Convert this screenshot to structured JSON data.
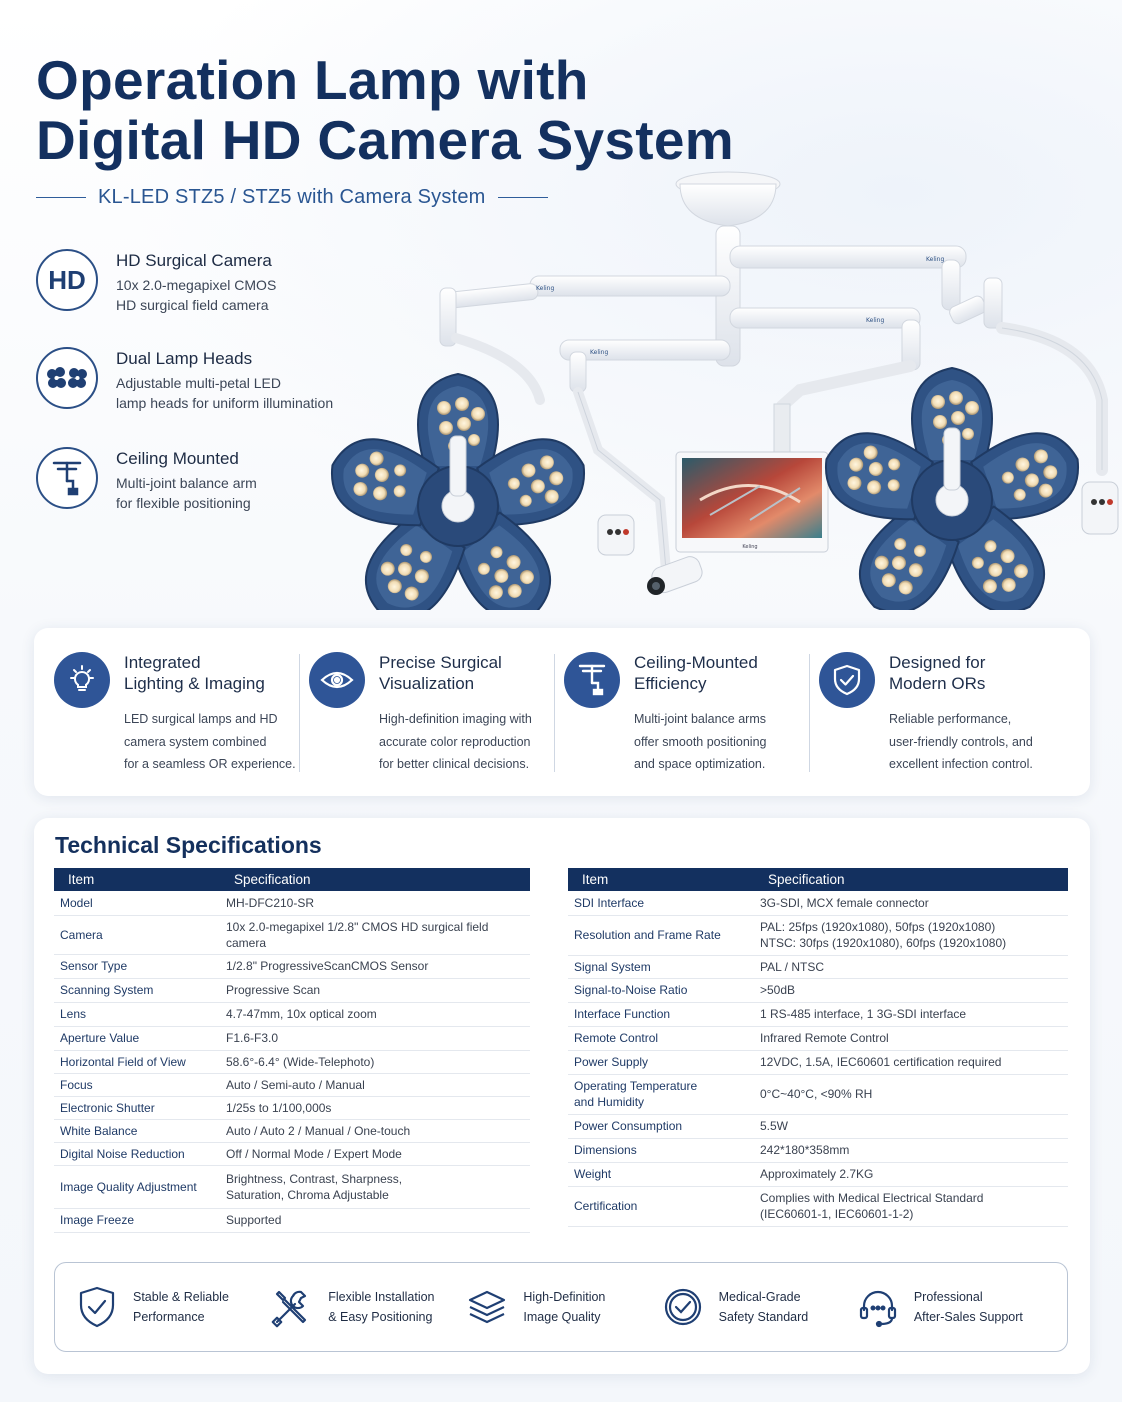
{
  "header": {
    "title_line1": "Operation Lamp with",
    "title_line2": "Digital HD Camera System",
    "subtitle": "KL-LED STZ5 / STZ5 with Camera System"
  },
  "features": [
    {
      "icon": "hd-badge-icon",
      "icon_text": "HD",
      "title": "HD Surgical Camera",
      "line1": "10x 2.0-megapixel CMOS",
      "line2": "HD surgical field camera"
    },
    {
      "icon": "dual-lamp-icon",
      "title": "Dual Lamp Heads",
      "line1": "Adjustable multi-petal LED",
      "line2": "lamp heads for uniform illumination"
    },
    {
      "icon": "ceiling-mount-icon",
      "title": "Ceiling Mounted",
      "line1": "Multi-joint balance arm",
      "line2": "for flexible positioning"
    }
  ],
  "lamp_art": {
    "brand_label": "Keling",
    "colors": {
      "petal_outer": "#2f5284",
      "petal_inner": "#3f6496",
      "arm": "#f2f4f7"
    }
  },
  "benefits": [
    {
      "icon": "lightbulb-icon",
      "title_l1": "Integrated",
      "title_l2": "Lighting & Imaging",
      "d1": "LED surgical lamps and HD",
      "d2": "camera system combined",
      "d3": "for a seamless OR experience."
    },
    {
      "icon": "eye-icon",
      "title_l1": "Precise Surgical",
      "title_l2": "Visualization",
      "d1": "High-definition imaging with",
      "d2": "accurate color reproduction",
      "d3": "for better clinical decisions."
    },
    {
      "icon": "ceiling-arm-icon",
      "title_l1": "Ceiling-Mounted",
      "title_l2": "Efficiency",
      "d1": "Multi-joint balance arms",
      "d2": "offer smooth positioning",
      "d3": "and space optimization."
    },
    {
      "icon": "shield-check-icon",
      "title_l1": "Designed for",
      "title_l2": "Modern ORs",
      "d1": "Reliable performance,",
      "d2": "user-friendly controls, and",
      "d3": "excellent infection control."
    }
  ],
  "specs": {
    "title": "Technical Specifications",
    "col_item": "Item",
    "col_spec": "Specification",
    "left": [
      {
        "k": "Model",
        "v": "MH-DFC210-SR"
      },
      {
        "k": "Camera",
        "v": "10x 2.0-megapixel 1/2.8\" CMOS HD surgical field camera"
      },
      {
        "k": "Sensor Type",
        "v": "1/2.8\" ProgressiveScanCMOS Sensor"
      },
      {
        "k": "Scanning System",
        "v": "Progressive Scan"
      },
      {
        "k": "Lens",
        "v": "4.7-47mm, 10x optical zoom"
      },
      {
        "k": "Aperture Value",
        "v": "F1.6-F3.0"
      },
      {
        "k": "Horizontal Field of View",
        "v": "58.6°-6.4° (Wide-Telephoto)"
      },
      {
        "k": "Focus",
        "v": "Auto / Semi-auto / Manual"
      },
      {
        "k": "Electronic Shutter",
        "v": "1/25s to 1/100,000s"
      },
      {
        "k": "White Balance",
        "v": "Auto / Auto 2 / Manual / One-touch"
      },
      {
        "k": "Digital Noise Reduction",
        "v": "Off / Normal Mode / Expert Mode"
      },
      {
        "k": "Image Quality Adjustment",
        "v": "Brightness, Contrast, Sharpness,\nSaturation, Chroma Adjustable"
      },
      {
        "k": "Image Freeze",
        "v": "Supported"
      }
    ],
    "right": [
      {
        "k": "SDI Interface",
        "v": "3G-SDI, MCX female connector"
      },
      {
        "k": "Resolution and Frame Rate",
        "v": "PAL: 25fps (1920x1080), 50fps (1920x1080)\nNTSC: 30fps (1920x1080), 60fps (1920x1080)"
      },
      {
        "k": "Signal System",
        "v": "PAL / NTSC"
      },
      {
        "k": "Signal-to-Noise Ratio",
        "v": ">50dB"
      },
      {
        "k": "Interface Function",
        "v": "1 RS-485 interface, 1 3G-SDI interface"
      },
      {
        "k": "Remote Control",
        "v": "Infrared Remote Control"
      },
      {
        "k": "Power Supply",
        "v": "12VDC, 1.5A, IEC60601 certification required"
      },
      {
        "k": "Operating Temperature\nand Humidity",
        "v": "0°C~40°C, <90% RH"
      },
      {
        "k": "Power Consumption",
        "v": "5.5W"
      },
      {
        "k": "Dimensions",
        "v": "242*180*358mm"
      },
      {
        "k": "Weight",
        "v": "Approximately 2.7KG"
      },
      {
        "k": "Certification",
        "v": "Complies with Medical Electrical Standard\n(IEC60601-1, IEC60601-1-2)"
      }
    ]
  },
  "assurances": [
    {
      "icon": "shield-check-icon",
      "l1": "Stable & Reliable",
      "l2": "Performance"
    },
    {
      "icon": "tools-icon",
      "l1": "Flexible Installation",
      "l2": "& Easy Positioning"
    },
    {
      "icon": "layers-icon",
      "l1": "High-Definition",
      "l2": "Image Quality"
    },
    {
      "icon": "check-circle-icon",
      "l1": "Medical-Grade",
      "l2": "Safety Standard"
    },
    {
      "icon": "headset-icon",
      "l1": "Professional",
      "l2": "After-Sales Support"
    }
  ]
}
